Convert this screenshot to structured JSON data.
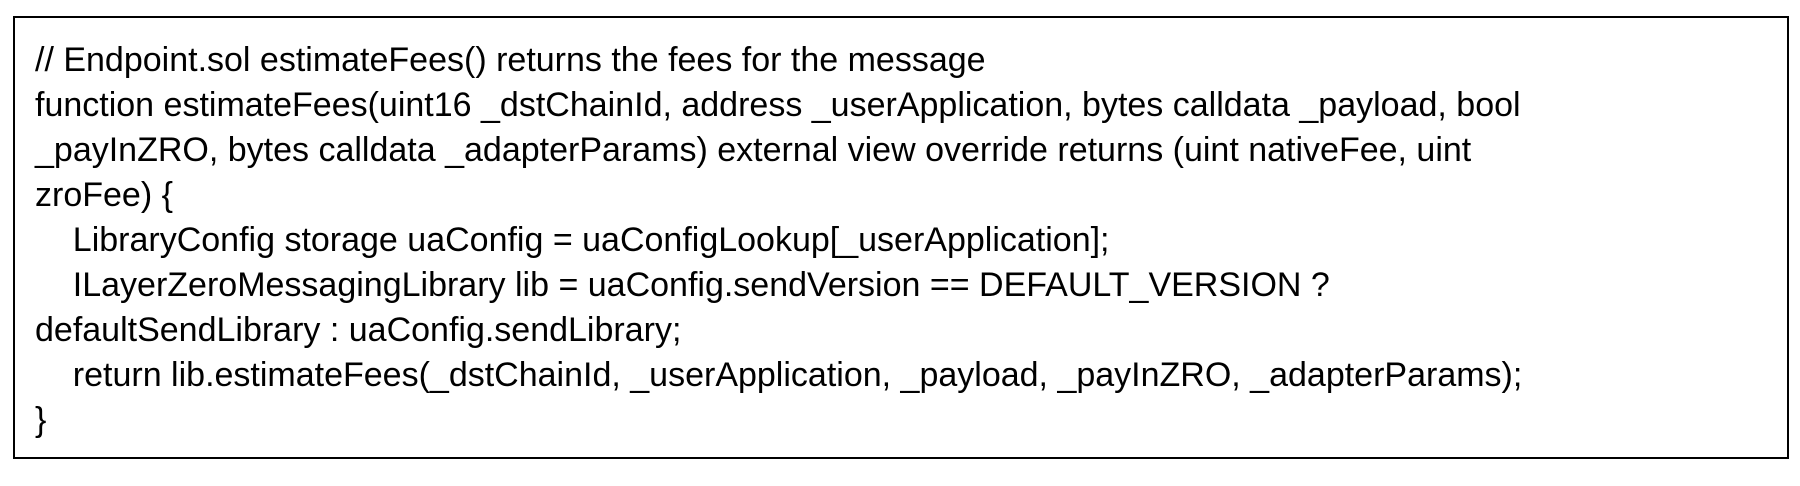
{
  "code_block": {
    "lines": [
      "// Endpoint.sol estimateFees() returns the fees for the message",
      "function estimateFees(uint16 _dstChainId, address _userApplication, bytes calldata _payload, bool",
      "_payInZRO, bytes calldata _adapterParams) external view override returns (uint nativeFee, uint",
      "zroFee) {",
      "    LibraryConfig storage uaConfig = uaConfigLookup[_userApplication];",
      "    ILayerZeroMessagingLibrary lib = uaConfig.sendVersion == DEFAULT_VERSION ?",
      "defaultSendLibrary : uaConfig.sendLibrary;",
      "    return lib.estimateFees(_dstChainId, _userApplication, _payload, _payInZRO, _adapterParams);",
      "}"
    ]
  }
}
